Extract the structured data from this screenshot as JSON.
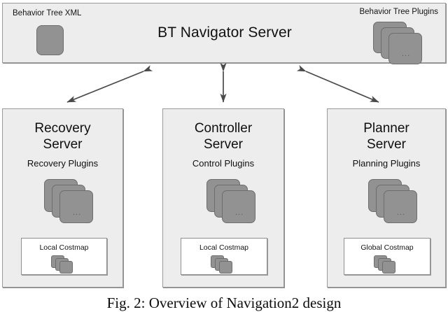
{
  "figure": {
    "caption": "Fig. 2: Overview of Navigation2 design"
  },
  "banner": {
    "title": "BT Navigator Server",
    "left_label": "Behavior Tree XML",
    "right_label": "Behavior Tree Plugins",
    "xml_icon": "document-card-icon",
    "plugins_icon": "plugin-stack-icon",
    "plugins_ellipsis": "..."
  },
  "servers": [
    {
      "title_line1": "Recovery",
      "title_line2": "Server",
      "subtitle": "Recovery Plugins",
      "stack_ellipsis": "...",
      "costmap_label": "Local Costmap"
    },
    {
      "title_line1": "Controller",
      "title_line2": "Server",
      "subtitle": "Control Plugins",
      "stack_ellipsis": "...",
      "costmap_label": "Local Costmap"
    },
    {
      "title_line1": "Planner",
      "title_line2": "Server",
      "subtitle": "Planning Plugins",
      "stack_ellipsis": "...",
      "costmap_label": "Global Costmap"
    }
  ],
  "connectors": [
    {
      "name": "bt-to-recovery",
      "style": "double-headed-arrow"
    },
    {
      "name": "bt-to-controller",
      "style": "double-headed-arrow"
    },
    {
      "name": "bt-to-planner",
      "style": "double-headed-arrow"
    }
  ],
  "colors": {
    "panel_fill": "#ededed",
    "panel_border": "#9a9a9a",
    "card_fill": "#929292",
    "card_border": "#6d6d6d",
    "costmap_fill": "#ffffff",
    "arrow": "#4a4a4a",
    "text": "#111111"
  }
}
